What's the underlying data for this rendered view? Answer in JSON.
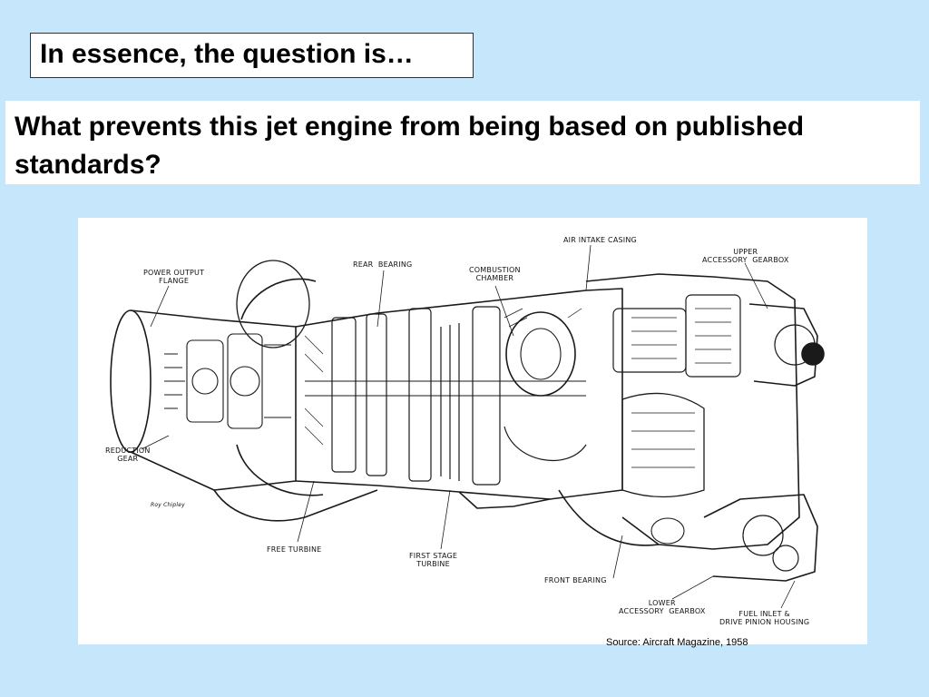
{
  "slide": {
    "title": "In essence, the question is…",
    "question": "What prevents this jet engine from being based on published standards?",
    "source": "Source: Aircraft Magazine, 1958"
  },
  "figure": {
    "artist_signature": "Roy Chipley",
    "labels": {
      "power_output_flange": "POWER OUTPUT\nFLANGE",
      "rear_bearing": "REAR  BEARING",
      "combustion_chamber": "COMBUSTION\nCHAMBER",
      "air_intake_casing": "AIR INTAKE CASING",
      "upper_accessory_gearbox": "UPPER\nACCESSORY  GEARBOX",
      "reduction_gear": "REDUCTION\nGEAR",
      "free_turbine": "FREE TURBINE",
      "first_stage_turbine": "FIRST STAGE\nTURBINE",
      "front_bearing": "FRONT BEARING",
      "lower_accessory_gearbox": "LOWER\nACCESSORY  GEARBOX",
      "fuel_inlet": "FUEL INLET &\nDRIVE PINION HOUSING"
    }
  }
}
